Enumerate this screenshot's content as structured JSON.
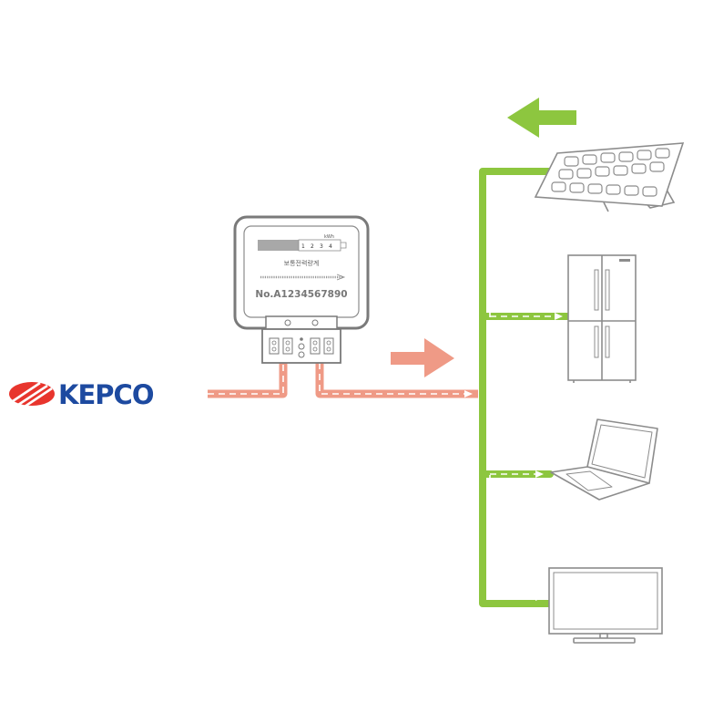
{
  "logo": {
    "text": "KEPCO",
    "color": "#1d4aa0",
    "accent": "#e8352d"
  },
  "meter": {
    "unit": "kWh",
    "digits": [
      "1",
      "2",
      "3",
      "4"
    ],
    "title": "보통전력량계",
    "serial": "No.A1234567890"
  },
  "colors": {
    "grid_line": "#ef9a86",
    "solar_line": "#8dc63f",
    "device_stroke": "#8c8c8c",
    "meter_stroke": "#7a7a7a"
  },
  "devices": [
    "solar-panel",
    "refrigerator",
    "laptop",
    "television"
  ]
}
